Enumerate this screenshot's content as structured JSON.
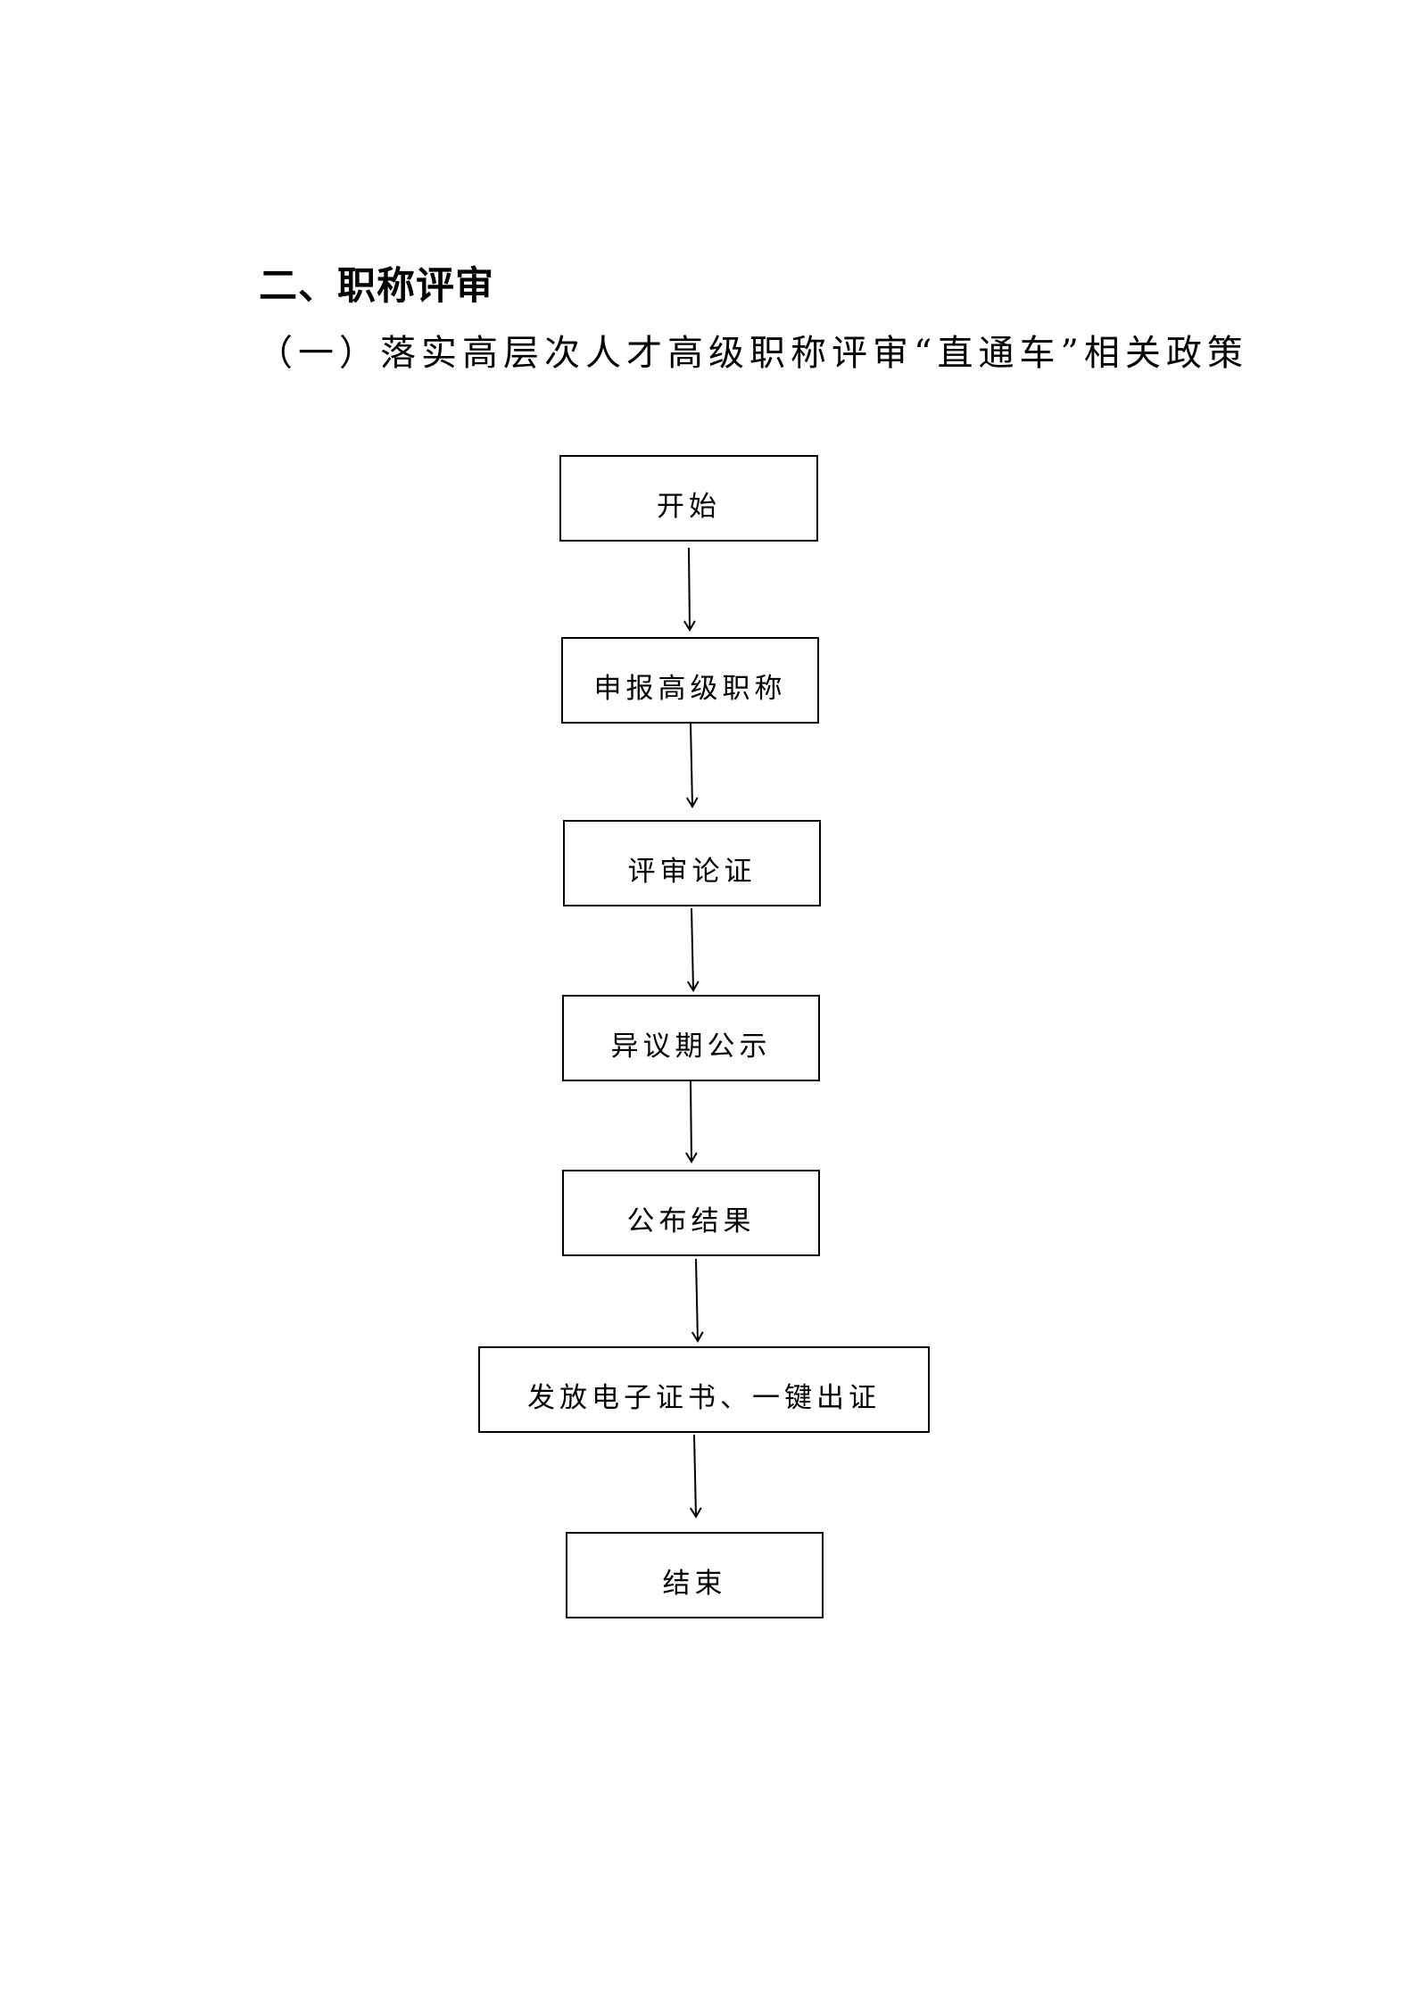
{
  "document": {
    "section_title": "二、职称评审",
    "subsection_title": "（一）落实高层次人才高级职称评审“直通车”相关政策"
  },
  "flowchart": {
    "steps": [
      "开始",
      "申报高级职称",
      "评审论证",
      "异议期公示",
      "公布结果",
      "发放电子证书、一键出证",
      "结束"
    ]
  }
}
